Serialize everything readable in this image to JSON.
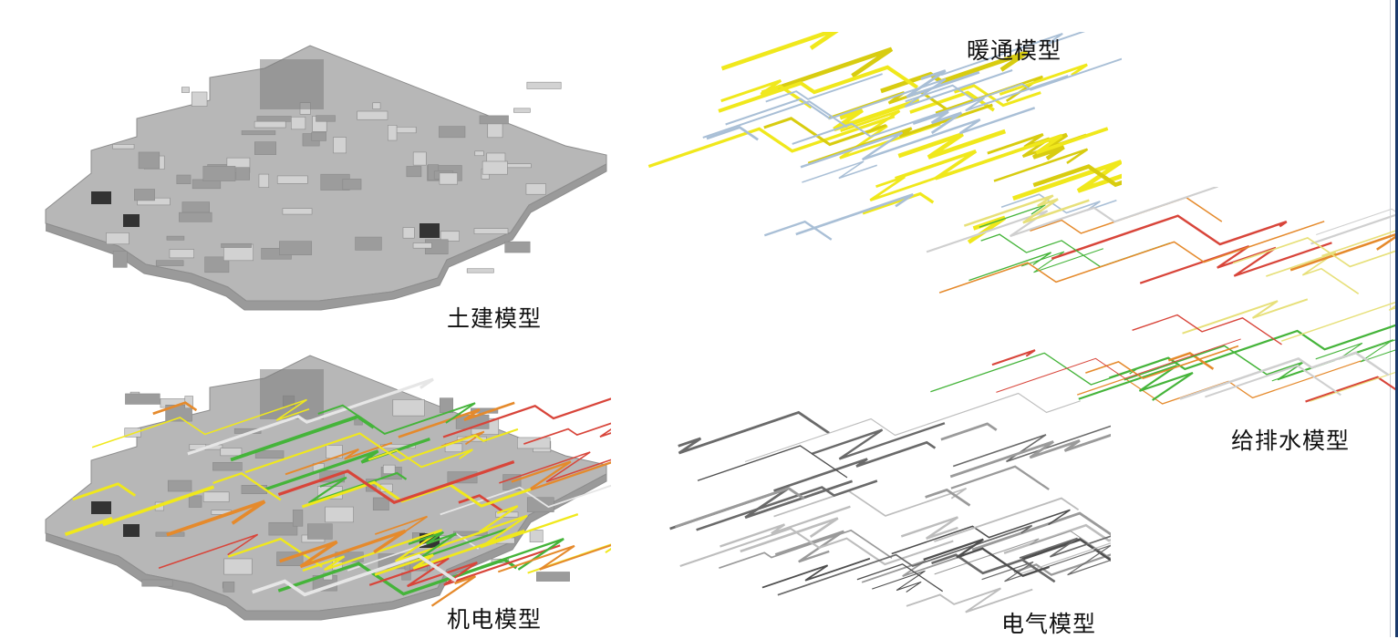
{
  "colors": {
    "slab": "#b7b7b7",
    "slab_edge": "#8d8d8d",
    "hvac": "#f0e81c",
    "hvac_dark": "#d8cc10",
    "duct_blue": "#a9bfd6",
    "pipe_red": "#d8453a",
    "pipe_green": "#45b43a",
    "pipe_orange": "#e58a2c",
    "electric": "#6a6a6a",
    "text": "#111111"
  },
  "labels": {
    "civil": "土建模型",
    "hvac": "暖通模型",
    "mep": "机电模型",
    "plumbing": "给排水模型",
    "electrical": "电气模型"
  }
}
